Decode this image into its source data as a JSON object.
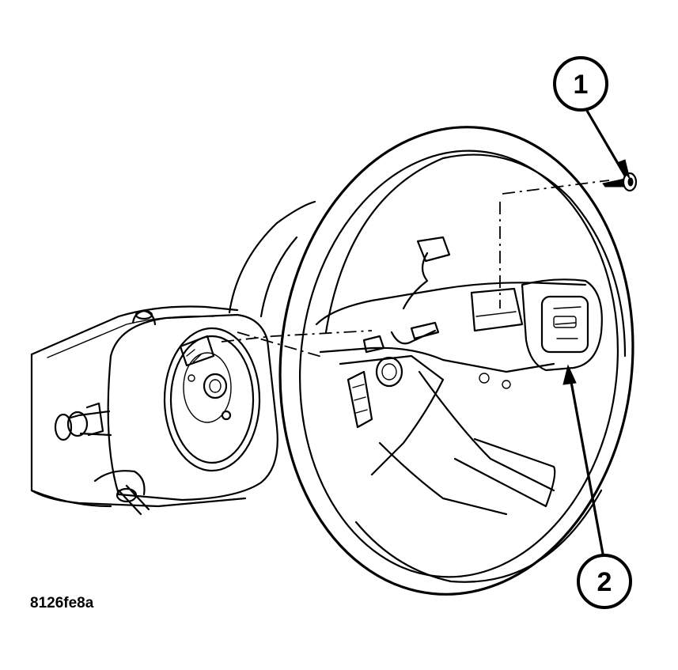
{
  "figure": {
    "id_label": "8126fe8a"
  },
  "callouts": [
    {
      "number": "1",
      "part": "screw"
    },
    {
      "number": "2",
      "part": "switch"
    }
  ],
  "colors": {
    "ink": "#000000",
    "paper": "#ffffff"
  }
}
